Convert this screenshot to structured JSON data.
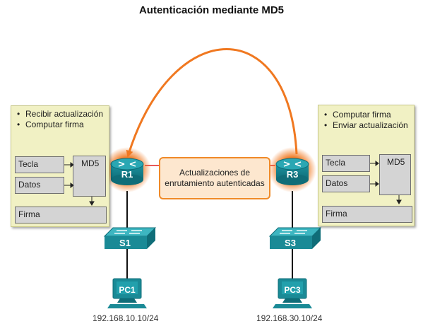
{
  "title": "Autenticación mediante MD5",
  "left_panel": {
    "bullets": [
      "Recibir actualización",
      "Computar firma"
    ],
    "key_label": "Tecla",
    "data_label": "Datos",
    "md5_label": "MD5",
    "signature_label": "Firma"
  },
  "right_panel": {
    "bullets": [
      "Computar firma",
      "Enviar actualización"
    ],
    "key_label": "Tecla",
    "data_label": "Datos",
    "md5_label": "MD5",
    "signature_label": "Firma"
  },
  "update_box": "Actualizaciones de enrutamiento autenticadas",
  "devices": {
    "r1": "R1",
    "r3": "R3",
    "s1": "S1",
    "s3": "S3",
    "pc1": "PC1",
    "pc3": "PC3"
  },
  "ips": {
    "pc1": "192.168.10.10/24",
    "pc3": "192.168.30.10/24"
  },
  "colors": {
    "cisco_teal": "#1a8a96",
    "highlight": "#f07820",
    "panel_bg": "#f1f1c4",
    "link_red": "#e02020"
  }
}
